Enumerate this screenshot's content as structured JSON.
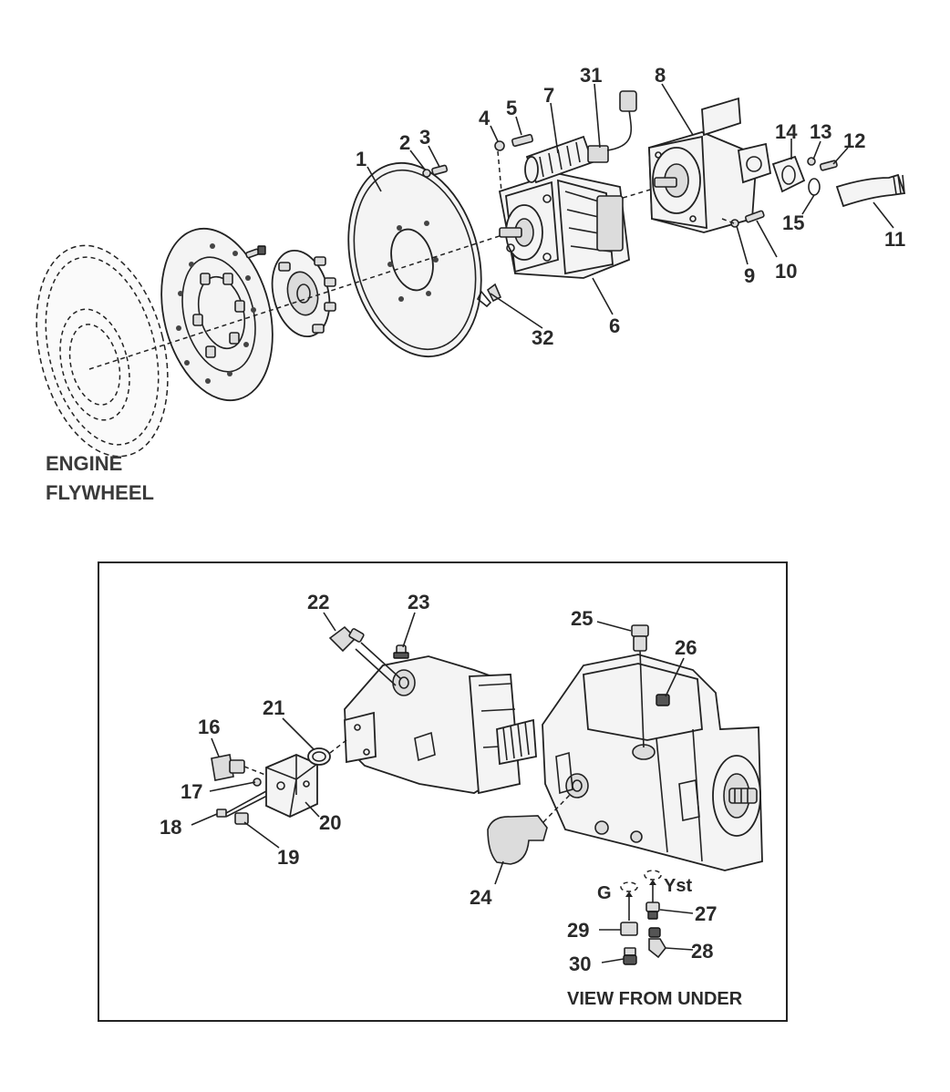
{
  "captions": {
    "engine_line1": "ENGINE",
    "engine_line2": "FLYWHEEL",
    "view_from_under": "VIEW FROM UNDER"
  },
  "port_labels": {
    "g": "G",
    "yst": "Yst"
  },
  "callouts": {
    "c1": "1",
    "c2": "2",
    "c3": "3",
    "c4": "4",
    "c5": "5",
    "c6": "6",
    "c7": "7",
    "c8": "8",
    "c9": "9",
    "c10": "10",
    "c11": "11",
    "c12": "12",
    "c13": "13",
    "c14": "14",
    "c15": "15",
    "c16": "16",
    "c17": "17",
    "c18": "18",
    "c19": "19",
    "c20": "20",
    "c21": "21",
    "c22": "22",
    "c23": "23",
    "c24": "24",
    "c25": "25",
    "c26": "26",
    "c27": "27",
    "c28": "28",
    "c29": "29",
    "c30": "30",
    "c31": "31",
    "c32": "32"
  }
}
